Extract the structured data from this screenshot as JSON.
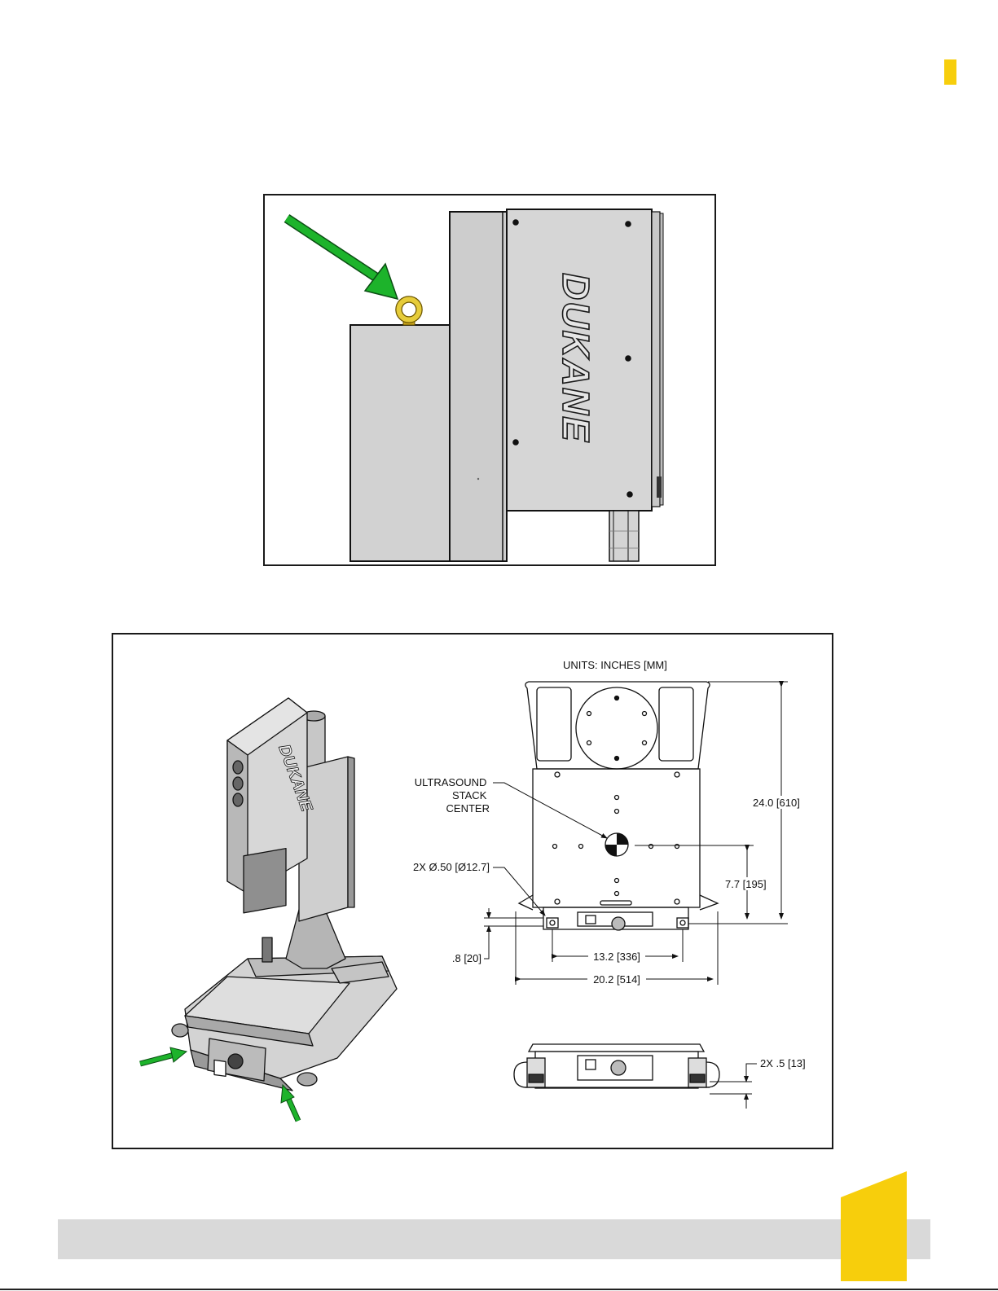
{
  "figure1": {
    "brand_logo_text": "DUKANE"
  },
  "figure2": {
    "units_label": "UNITS: INCHES [MM]",
    "stack_center_label": [
      "ULTRASOUND",
      "STACK",
      "CENTER"
    ],
    "hole_label": "2X Ø.50 [Ø12.7]",
    "dim_height": "24.0 [610]",
    "dim_center_height": "7.7 [195]",
    "dim_offset": ".8 [20]",
    "dim_hole_spacing": "13.2 [336]",
    "dim_width": "20.2 [514]",
    "dim_foot": "2X .5 [13]",
    "machine_logo_text": "DUKANE"
  },
  "colors": {
    "accent_yellow": "#F7CE0C",
    "arrow_green": "#1DB32B",
    "machine_gray": "#CFCFCF",
    "footer_bar": "#D9D9D9"
  }
}
